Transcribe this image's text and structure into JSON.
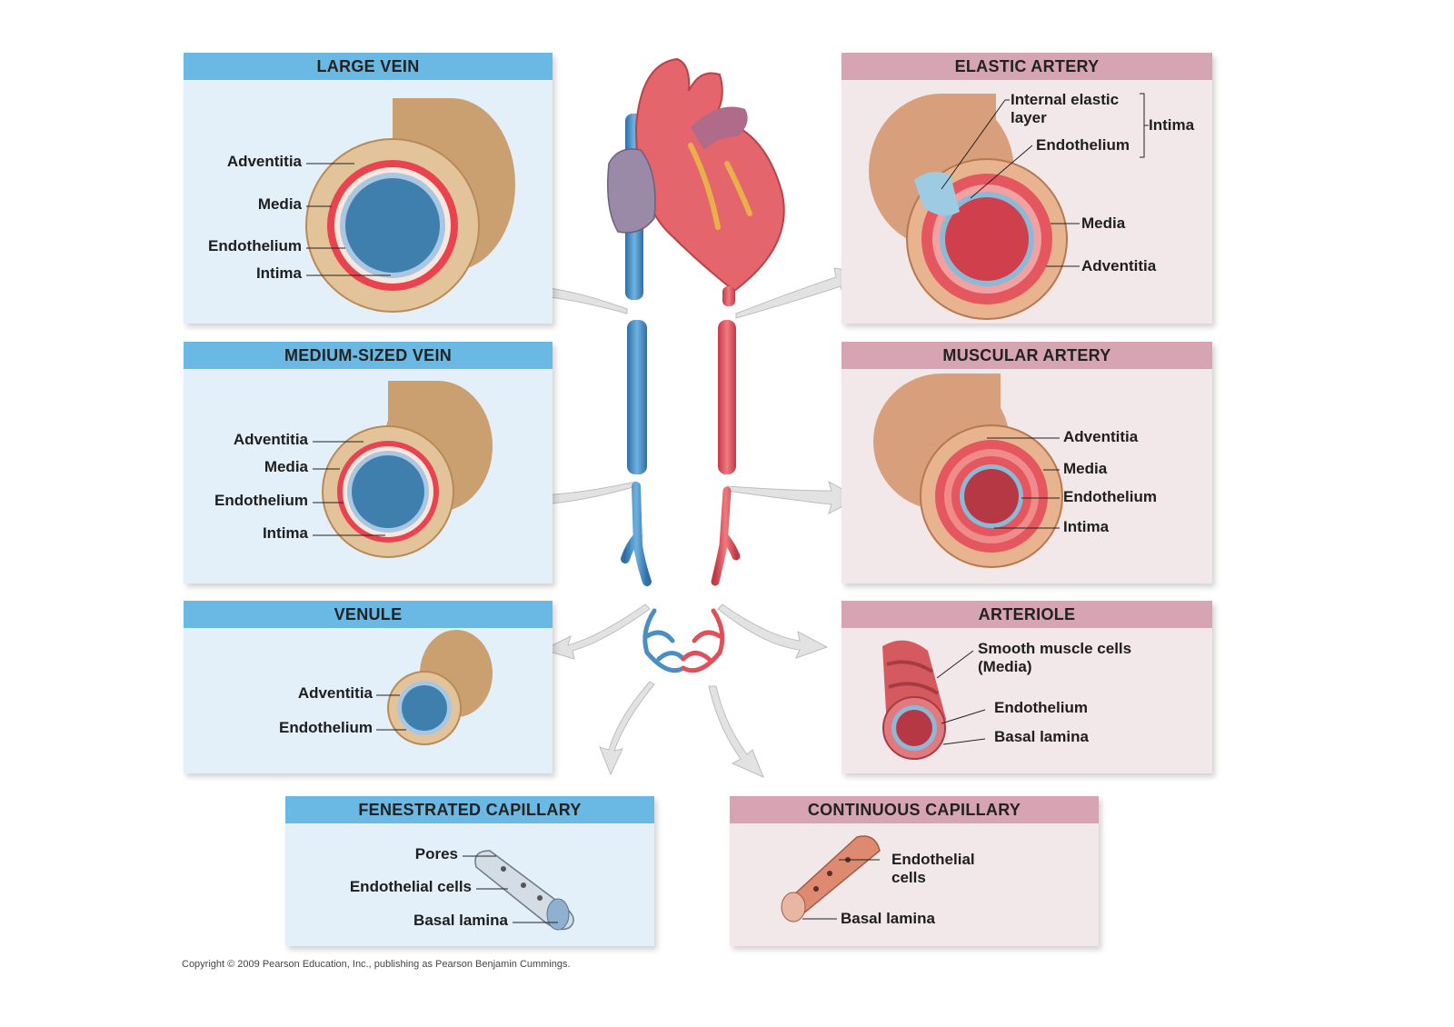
{
  "panels": {
    "large_vein": {
      "title": "LARGE VEIN",
      "labels": [
        "Adventitia",
        "Media",
        "Endothelium",
        "Intima"
      ]
    },
    "medium_vein": {
      "title": "MEDIUM-SIZED VEIN",
      "labels": [
        "Adventitia",
        "Media",
        "Endothelium",
        "Intima"
      ]
    },
    "venule": {
      "title": "VENULE",
      "labels": [
        "Adventitia",
        "Endothelium"
      ]
    },
    "fenestrated_capillary": {
      "title": "FENESTRATED CAPILLARY",
      "labels": [
        "Pores",
        "Endothelial cells",
        "Basal lamina"
      ]
    },
    "elastic_artery": {
      "title": "ELASTIC ARTERY",
      "labels": [
        "Internal elastic",
        "layer",
        "Endothelium",
        "Intima",
        "Media",
        "Adventitia"
      ]
    },
    "muscular_artery": {
      "title": "MUSCULAR ARTERY",
      "labels": [
        "Adventitia",
        "Media",
        "Endothelium",
        "Intima"
      ]
    },
    "arteriole": {
      "title": "ARTERIOLE",
      "labels": [
        "Smooth muscle cells",
        "(Media)",
        "Endothelium",
        "Basal lamina"
      ]
    },
    "continuous_capillary": {
      "title": "CONTINUOUS CAPILLARY",
      "labels": [
        "Endothelial",
        "cells",
        "Basal lamina"
      ]
    }
  },
  "copyright": "Copyright © 2009 Pearson Education, Inc., publishing as Pearson Benjamin Cummings.",
  "colors": {
    "vein_header": "#6ab8e4",
    "vein_panel": "#e3f0fa",
    "artery_header": "#d7a4b3",
    "artery_panel": "#f2e8ea",
    "vessel_blue": "#4a8fc4",
    "vessel_red": "#e0505a",
    "adventitia": "#d9ad7c"
  }
}
